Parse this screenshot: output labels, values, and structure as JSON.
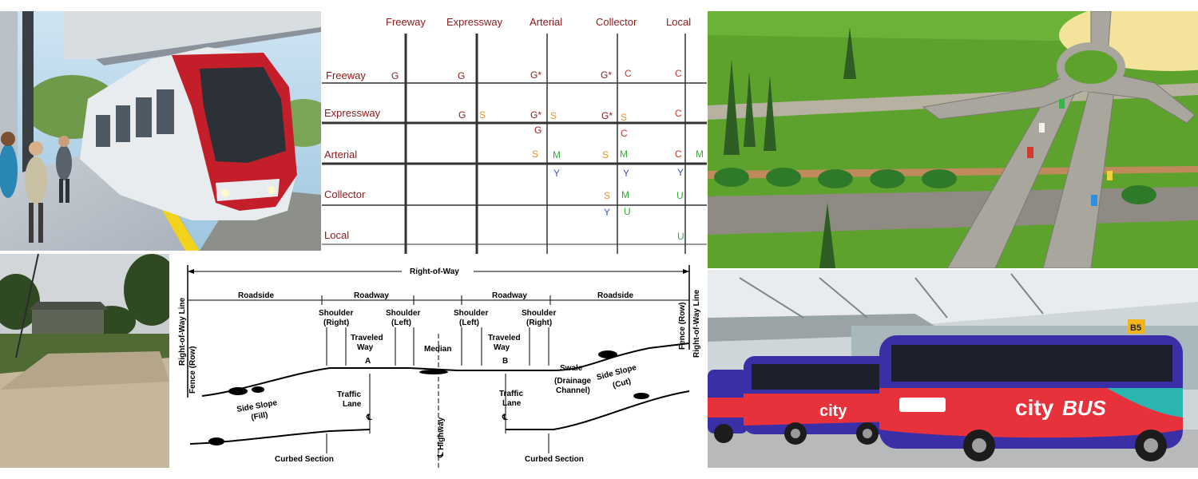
{
  "matrix": {
    "column_headers": [
      "Freeway",
      "Expressway",
      "Arterial",
      "Collector",
      "Local"
    ],
    "row_headers": [
      "Freeway",
      "Expressway",
      "Arterial",
      "Collector",
      "Local"
    ],
    "cells": {
      "freeway_freeway": "G",
      "freeway_expressway": "G",
      "freeway_arterial": "G*",
      "freeway_collector_g": "G*",
      "freeway_collector_c": "C",
      "freeway_local": "C",
      "expressway_expressway_g": "G",
      "expressway_expressway_s": "S",
      "expressway_arterial_g": "G*",
      "expressway_arterial_s": "S",
      "expressway_arterial_g2": "G",
      "expressway_collector_g": "G*",
      "expressway_collector_s": "S",
      "expressway_collector_c": "C",
      "expressway_local": "C",
      "arterial_arterial_s": "S",
      "arterial_arterial_m": "M",
      "arterial_arterial_y": "Y",
      "arterial_collector_s": "S",
      "arterial_collector_m": "M",
      "arterial_collector_y": "Y",
      "arterial_local_c": "C",
      "arterial_local_m": "M",
      "arterial_local_y": "Y",
      "collector_collector_s": "S",
      "collector_collector_m": "M",
      "collector_collector_y": "Y",
      "collector_collector_u": "U",
      "collector_local_u": "U",
      "local_local_u": "U"
    },
    "colors": {
      "header": "#8b1a1a",
      "g": "#8b1a1a",
      "s": "#e8902a",
      "m": "#3aa83a",
      "y": "#3a4fd0",
      "u": "#3aa83a",
      "c": "#c0392b"
    }
  },
  "cross_section": {
    "right_of_way": "Right-of-Way",
    "roadside_left": "Roadside",
    "roadway_left": "Roadway",
    "roadway_right": "Roadway",
    "roadside_right": "Roadside",
    "row_line_left": "Right-of-Way Line",
    "fence_left": "Fence (Row)",
    "row_line_right": "Right-of-Way Line",
    "fence_right": "Fence (Row)",
    "shoulder_right_1": "Shoulder",
    "shoulder_right_1b": "(Right)",
    "shoulder_left_1": "Shoulder",
    "shoulder_left_1b": "(Left)",
    "shoulder_left_2": "Shoulder",
    "shoulder_left_2b": "(Left)",
    "shoulder_right_2": "Shoulder",
    "shoulder_right_2b": "(Right)",
    "traveled_way_1": "Traveled",
    "traveled_way_1b": "Way",
    "traveled_way_2": "Traveled",
    "traveled_way_2b": "Way",
    "lane_a": "A",
    "lane_b": "B",
    "median": "Median",
    "swale": "Swale",
    "drainage": "(Drainage",
    "drainage_b": "Channel)",
    "side_slope_fill": "Side Slope",
    "side_slope_fill_b": "(Fill)",
    "side_slope_cut": "Side Slope",
    "side_slope_cut_b": "(Cut)",
    "traffic_lane_1": "Traffic",
    "traffic_lane_1b": "Lane",
    "traffic_lane_2": "Traffic",
    "traffic_lane_2b": "Lane",
    "centerline_1": "℄",
    "centerline_2": "℄",
    "highway_cl": "℄ Highway",
    "curbed_left": "Curbed Section",
    "curbed_right": "Curbed Section"
  },
  "bus": {
    "brand_city": "city",
    "brand_bus": "BUS",
    "stop_sign": "B5"
  }
}
